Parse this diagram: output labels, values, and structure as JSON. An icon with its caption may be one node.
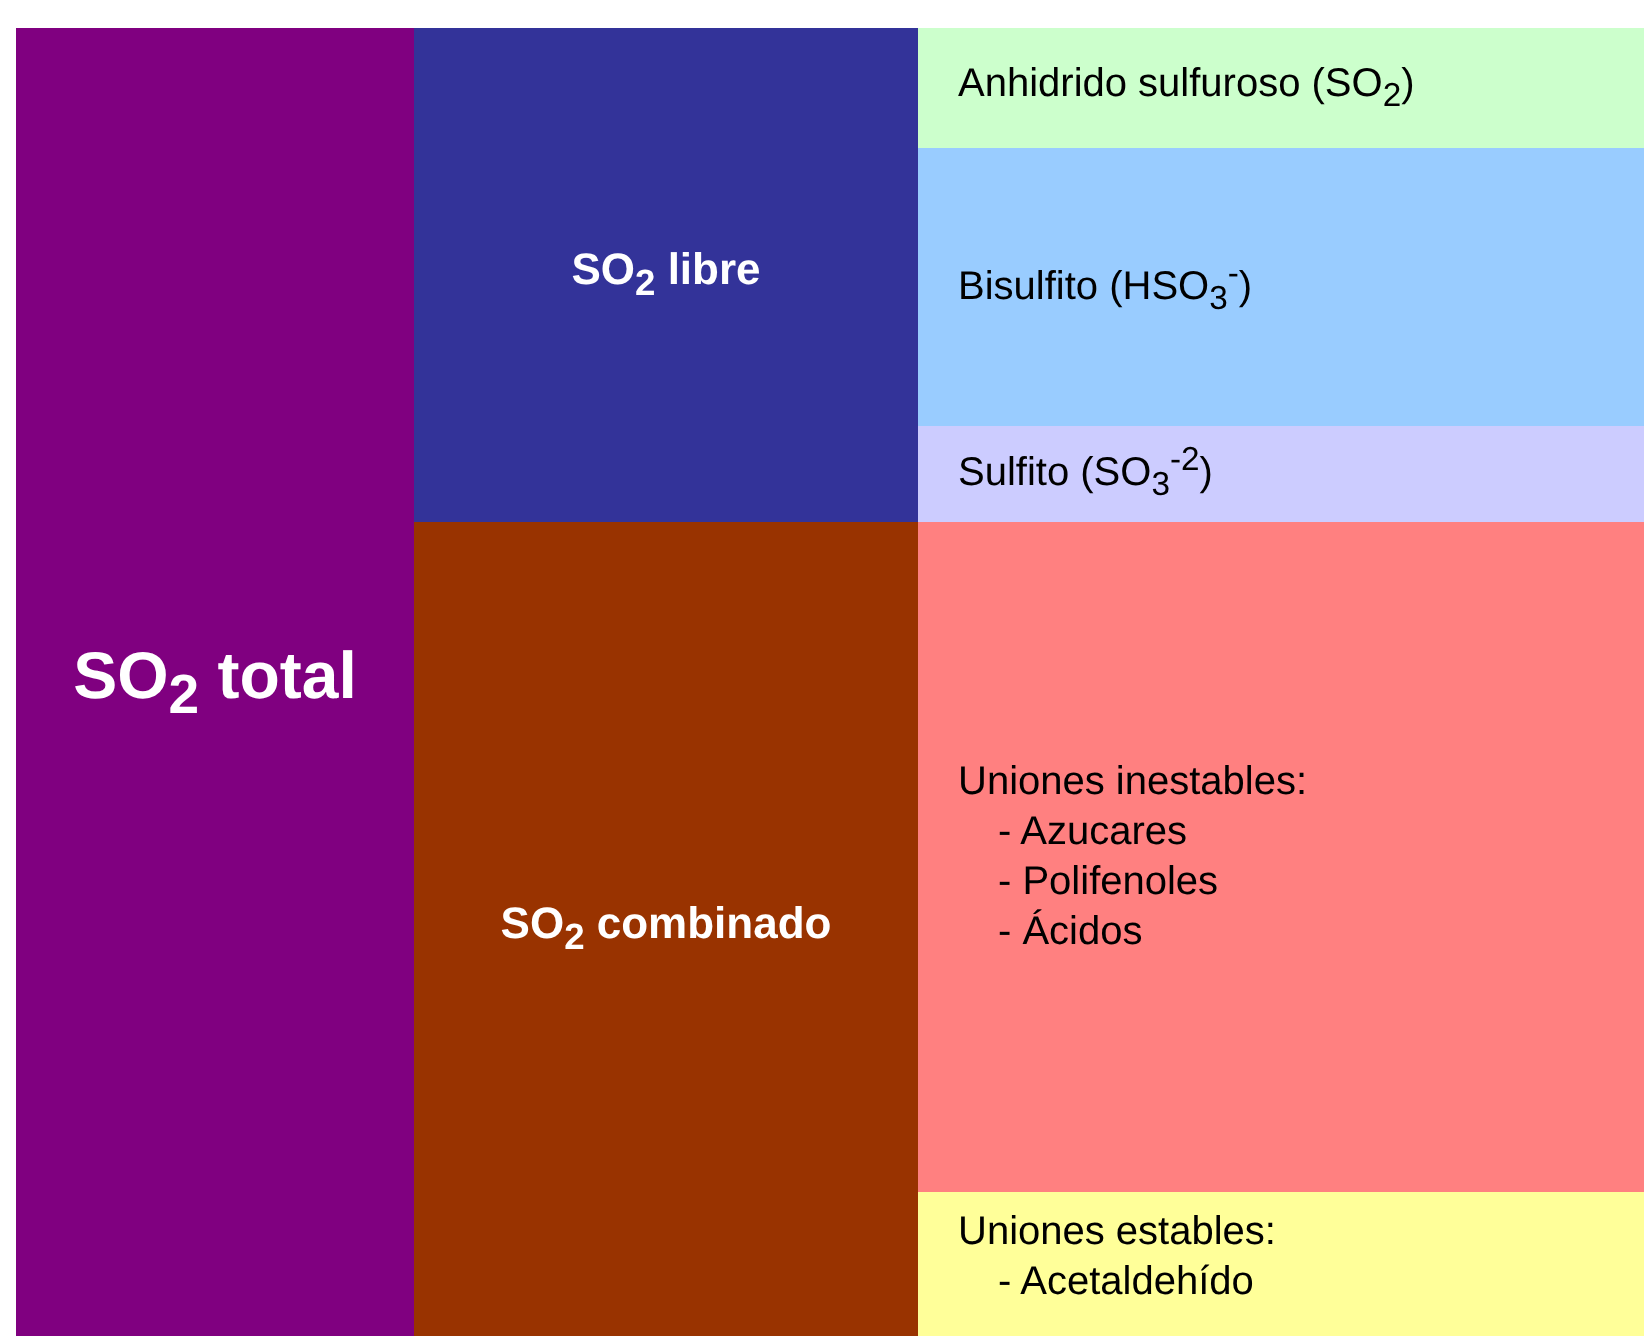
{
  "diagram": {
    "nodes": [
      {
        "text": [
          "SO$_{2}$ total"
        ]
      },
      {
        "text": [
          "SO$_{2}$ libre"
        ]
      },
      {
        "text": [
          "SO$_{2}$ combinado"
        ]
      },
      {
        "text": [
          "Anhidrido sulfuroso (SO$_{2}$)"
        ]
      },
      {
        "text": [
          "Bisulfito (HSO$_{3}$$^{-}$)"
        ]
      },
      {
        "text": [
          "Sulfito (SO$_{3}$$^{-2}$)"
        ]
      },
      {
        "text": [
          "Uniones inestables:",
          "- Azucares",
          "- Polifenoles",
          "- Ácidos"
        ]
      },
      {
        "text": [
          "Uniones estables:",
          "- Acetaldehído"
        ]
      }
    ]
  }
}
